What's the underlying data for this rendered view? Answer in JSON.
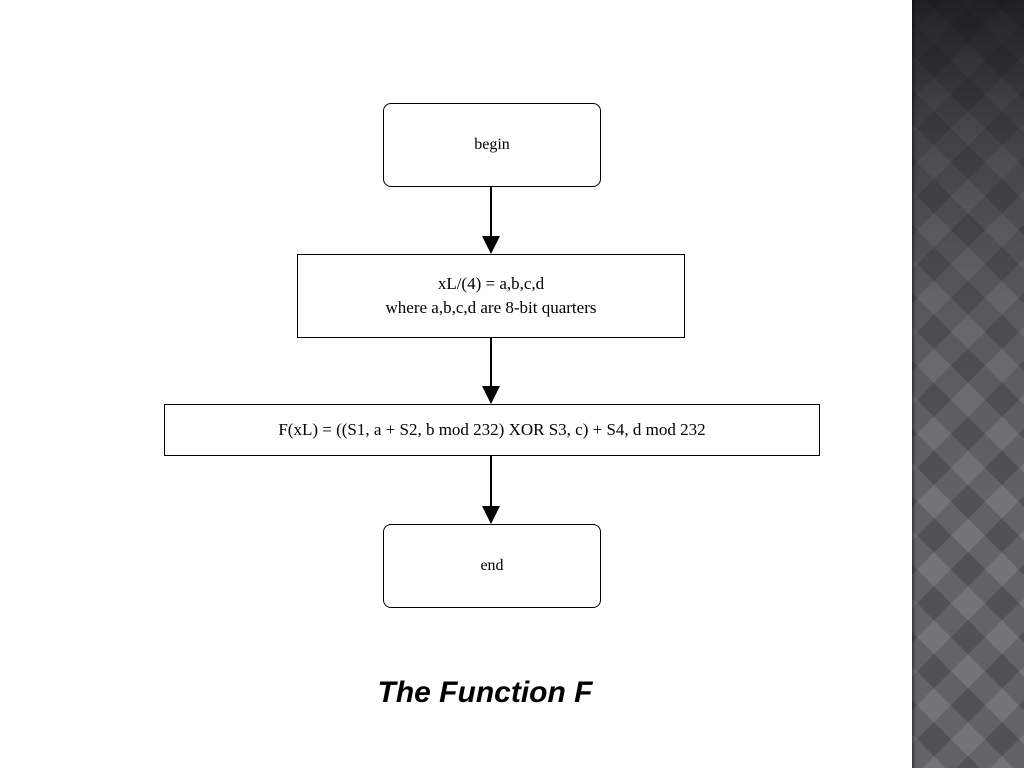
{
  "diagram": {
    "nodes": [
      {
        "id": "begin",
        "shape": "rounded-rect",
        "lines": [
          "begin"
        ]
      },
      {
        "id": "split",
        "shape": "rect",
        "lines": [
          "xL/(4) =  a,b,c,d",
          "where a,b,c,d are 8-bit quarters"
        ]
      },
      {
        "id": "formula",
        "shape": "rect",
        "lines": [
          "F(xL) = ((S1, a + S2, b mod 232) XOR S3, c) + S4, d mod 232"
        ]
      },
      {
        "id": "end",
        "shape": "rounded-rect",
        "lines": [
          "end"
        ]
      }
    ],
    "edges": [
      {
        "from": "begin",
        "to": "split"
      },
      {
        "from": "split",
        "to": "formula"
      },
      {
        "from": "formula",
        "to": "end"
      }
    ]
  },
  "caption": "The Function F"
}
